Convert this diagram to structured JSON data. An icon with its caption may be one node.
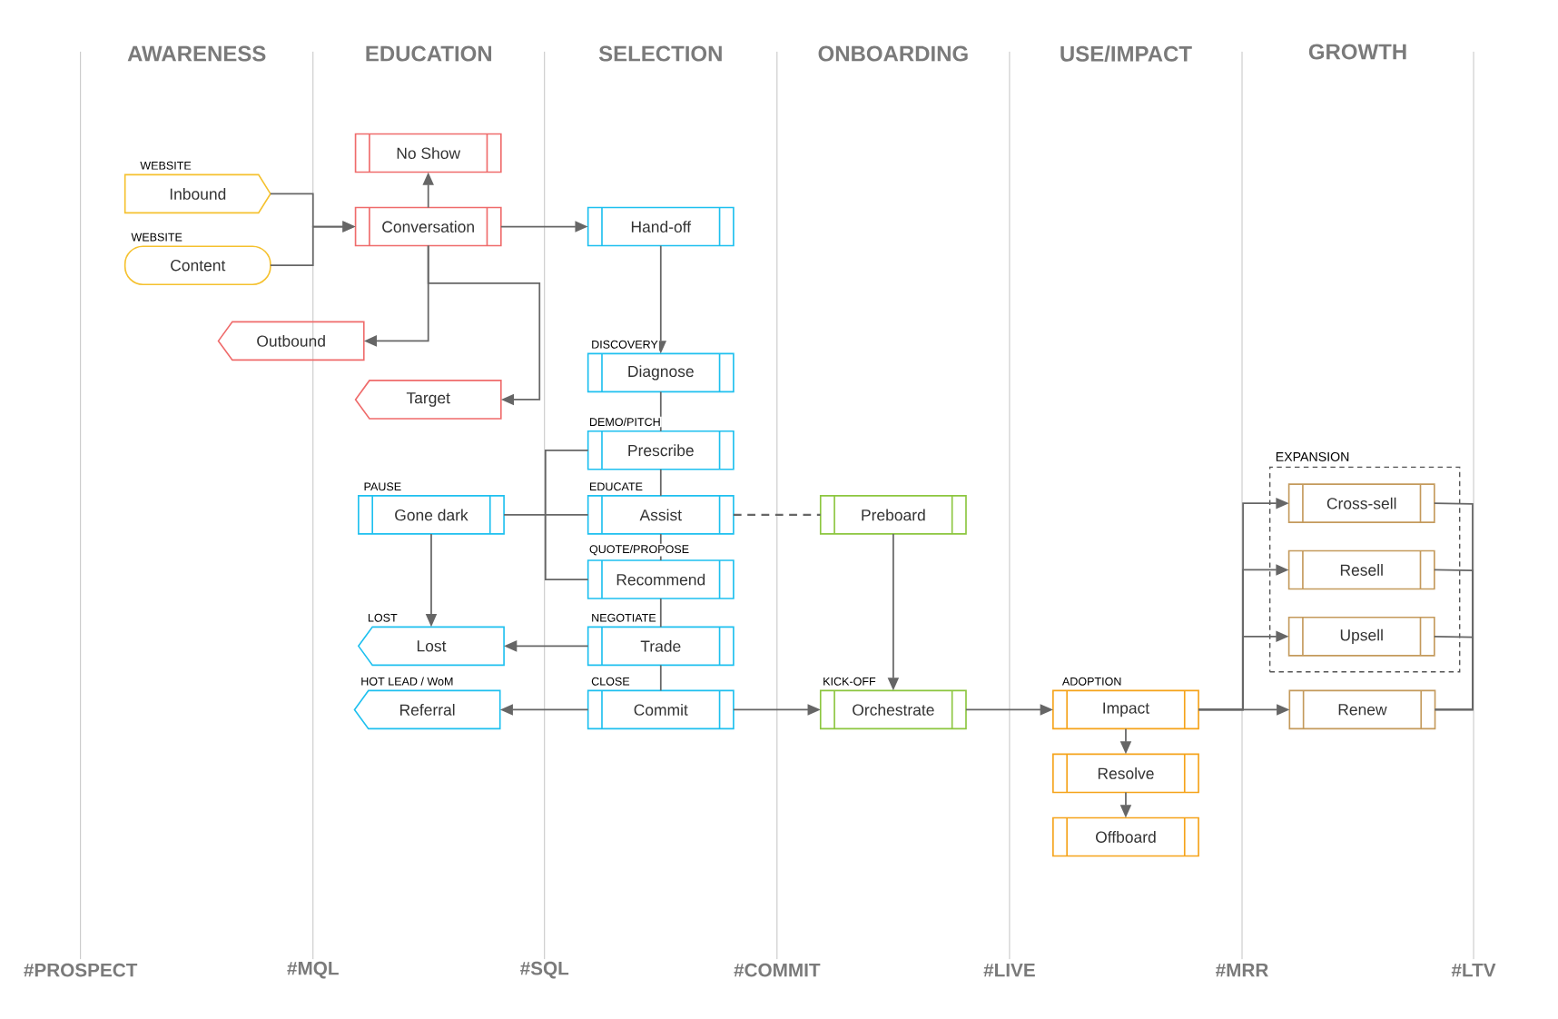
{
  "diagram": {
    "nodes": [
      {
        "text": [
          "Inbound"
        ],
        "beside": [
          "WEBSITE"
        ]
      },
      {
        "text": [
          "Content"
        ],
        "beside": [
          "WEBSITE"
        ]
      },
      {
        "text": [
          "No Show"
        ]
      },
      {
        "text": [
          "Conversation"
        ]
      },
      {
        "text": [
          "Outbound"
        ]
      },
      {
        "text": [
          "Target"
        ]
      },
      {
        "text": [
          "Hand-off"
        ]
      },
      {
        "text": [
          "Diagnose"
        ],
        "beside": [
          "DISCOVERY"
        ]
      },
      {
        "text": [
          "Prescribe"
        ],
        "beside": [
          "DEMO/PITCH"
        ]
      },
      {
        "text": [
          "Gone dark"
        ],
        "beside": [
          "PAUSE"
        ]
      },
      {
        "text": [
          "Assist"
        ],
        "beside": [
          "EDUCATE"
        ]
      },
      {
        "text": [
          "Recommend"
        ],
        "beside": [
          "QUOTE/PROPOSE"
        ]
      },
      {
        "text": [
          "Lost"
        ],
        "beside": [
          "LOST"
        ]
      },
      {
        "text": [
          "Trade"
        ],
        "beside": [
          "NEGOTIATE"
        ]
      },
      {
        "text": [
          "Referral"
        ],
        "beside": [
          "HOT LEAD / WoM"
        ]
      },
      {
        "text": [
          "Commit"
        ],
        "beside": [
          "CLOSE"
        ]
      },
      {
        "text": [
          "Preboard"
        ]
      },
      {
        "text": [
          "Orchestrate"
        ],
        "beside": [
          "KICK-OFF"
        ]
      },
      {
        "text": [
          "Impact"
        ],
        "beside": [
          "ADOPTION"
        ]
      },
      {
        "text": [
          "Resolve"
        ]
      },
      {
        "text": [
          "Offboard"
        ]
      },
      {
        "text": [
          "EXPANSION"
        ]
      },
      {
        "text": [
          "Cross-sell"
        ],
        "in": 21
      },
      {
        "text": [
          "Resell"
        ],
        "in": 21
      },
      {
        "text": [
          "Upsell"
        ],
        "in": 21
      },
      {
        "text": [
          "Renew"
        ]
      }
    ],
    "edges": [
      {
        "from": 0,
        "to": 3,
        "arrow": "to"
      },
      {
        "from": 1,
        "to": 3,
        "arrow": "to"
      },
      {
        "from": 3,
        "to": 2,
        "arrow": "to"
      },
      {
        "from": 3,
        "to": 6,
        "arrow": "to"
      },
      {
        "from": 3,
        "to": 4,
        "arrow": "to"
      },
      {
        "from": 3,
        "to": 5,
        "arrow": "to"
      },
      {
        "from": 6,
        "to": 7,
        "arrow": "to"
      },
      {
        "from": 7,
        "to": 8,
        "arrow": "none"
      },
      {
        "from": 8,
        "to": 10,
        "arrow": "none"
      },
      {
        "from": 10,
        "to": 11,
        "arrow": "none"
      },
      {
        "from": 11,
        "to": 13,
        "arrow": "none"
      },
      {
        "from": 13,
        "to": 15,
        "arrow": "none"
      },
      {
        "from": 8,
        "to": 11,
        "arrow": "none"
      },
      {
        "from": 9,
        "to": 10,
        "arrow": "none"
      },
      {
        "from": 10,
        "to": 16,
        "arrow": "none",
        "style": "dashed"
      },
      {
        "from": 9,
        "to": 12,
        "arrow": "to"
      },
      {
        "from": 13,
        "to": 12,
        "arrow": "to"
      },
      {
        "from": 15,
        "to": 14,
        "arrow": "to"
      },
      {
        "from": 15,
        "to": 17,
        "arrow": "to"
      },
      {
        "from": 16,
        "to": 17,
        "arrow": "to"
      },
      {
        "from": 17,
        "to": 18,
        "arrow": "to"
      },
      {
        "from": 18,
        "to": 19,
        "arrow": "to"
      },
      {
        "from": 19,
        "to": 20,
        "arrow": "to"
      },
      {
        "from": 18,
        "to": 22,
        "arrow": "to"
      },
      {
        "from": 18,
        "to": 23,
        "arrow": "to"
      },
      {
        "from": 18,
        "to": 24,
        "arrow": "to"
      },
      {
        "from": 18,
        "to": 25,
        "arrow": "to"
      },
      {
        "from": 22,
        "to": 25,
        "arrow": "none"
      },
      {
        "from": 23,
        "to": 25,
        "arrow": "none"
      },
      {
        "from": 24,
        "to": 25,
        "arrow": "none"
      }
    ],
    "labels": [
      "AWARENESS",
      "EDUCATION",
      "SELECTION",
      "ONBOARDING",
      "USE/IMPACT",
      "GROWTH",
      "#PROSPECT",
      "#MQL",
      "#SQL",
      "#COMMIT",
      "#LIVE",
      "#MRR",
      "#LTV"
    ]
  }
}
